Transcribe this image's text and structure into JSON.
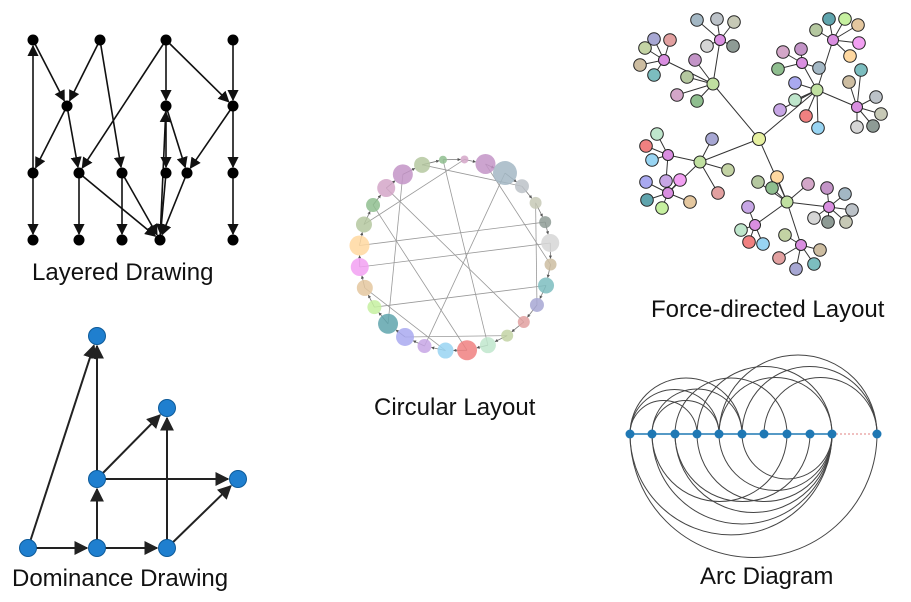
{
  "captions": {
    "layered": "Layered Drawing",
    "force": "Force-directed Layout",
    "circular": "Circular Layout",
    "dominance": "Dominance Drawing",
    "arc": "Arc Diagram"
  },
  "colors": {
    "layered_node": "#000000",
    "dominance_node": "#1f7fcf",
    "arc_node": "#1f78b4",
    "edge": "#222222",
    "thin_edge": "#999999"
  },
  "palette": [
    "#b5c8a0",
    "#8fbe8f",
    "#d3a6c8",
    "#c394c7",
    "#a3b7c4",
    "#bcc2c8",
    "#c7c9b6",
    "#8e9b95",
    "#d6d6d6",
    "#cdbda1",
    "#7cbdbf",
    "#a7a7d3",
    "#e2a0a0",
    "#c3d3a4",
    "#bfe6cc",
    "#f08080",
    "#98d4f2",
    "#c7a6e5",
    "#a9a9f0",
    "#5fa4ad",
    "#c6f0a0",
    "#e4c79f",
    "#f2a0f2",
    "#ffd8a0"
  ]
}
